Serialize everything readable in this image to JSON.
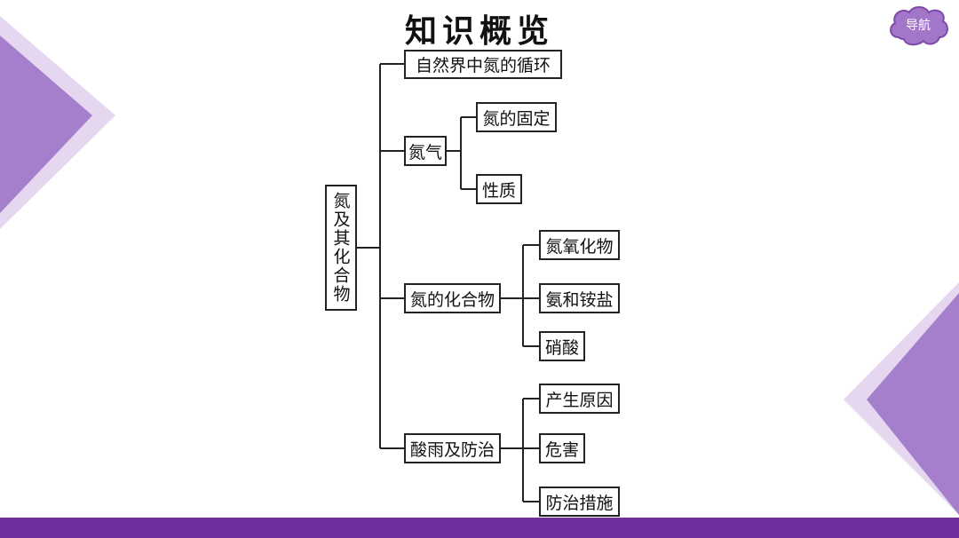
{
  "header": {
    "title": "知识概览",
    "nav_label": "导航"
  },
  "root": {
    "label": "氮及其化合物"
  },
  "branches": [
    {
      "label": "自然界中氮的循环",
      "children": []
    },
    {
      "label": "氮气",
      "children": [
        "氮的固定",
        "性质"
      ]
    },
    {
      "label": "氮的化合物",
      "children": [
        "氮氧化物",
        "氨和铵盐",
        "硝酸"
      ]
    },
    {
      "label": "酸雨及防治",
      "children": [
        "产生原因",
        "危害",
        "防治措施"
      ]
    }
  ],
  "colors": {
    "accent": "#6f2f9f",
    "deco_light": "#d9c8e9",
    "deco_mid": "#b48fd3",
    "deco_dark": "#8d5cb8"
  }
}
